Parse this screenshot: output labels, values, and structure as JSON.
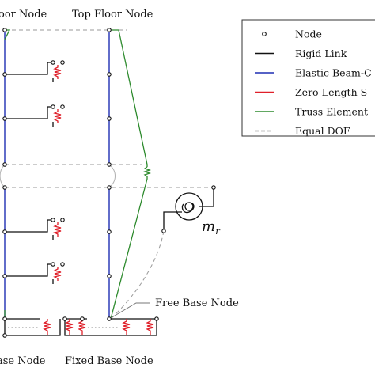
{
  "labels": {
    "floor_node_left": "oor Node",
    "top_floor_node": "Top Floor Node",
    "free_base_node": "Free Base Node",
    "base_node_left": "ase Node",
    "fixed_base_node": "Fixed Base Node",
    "mass_symbol": "m",
    "mass_subscript": "r"
  },
  "legend": {
    "items": [
      {
        "label": "Node",
        "symbol": "node",
        "color": "#111111"
      },
      {
        "label": "Rigid Link",
        "symbol": "line",
        "color": "#111111"
      },
      {
        "label": "Elastic Beam-C",
        "symbol": "line",
        "color": "#1f2fb4"
      },
      {
        "label": "Zero-Length S",
        "symbol": "line",
        "color": "#e0202a"
      },
      {
        "label": "Truss Element",
        "symbol": "line",
        "color": "#2e8b2e"
      },
      {
        "label": "Equal DOF",
        "symbol": "dashed",
        "color": "#888888"
      }
    ]
  },
  "colors": {
    "rigid": "#111111",
    "elastic_beam": "#1f2fb4",
    "zero_length": "#e0202a",
    "truss": "#2e8b2e",
    "equal_dof": "#9a9a9a"
  }
}
